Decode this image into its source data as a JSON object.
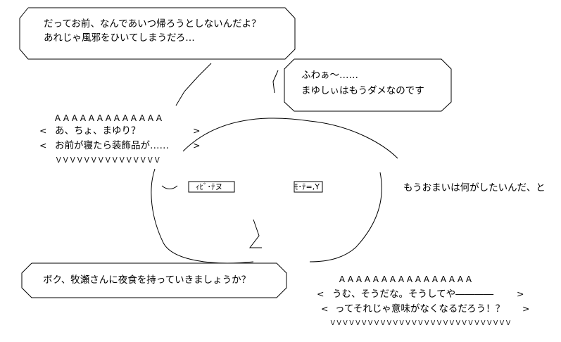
{
  "bubbles": [
    {
      "id": "top-left",
      "lines": [
        "だってお前、なんであいつ帰ろうとしないんだよ？",
        "あれじゃ風邪をひいてしまうだろ…"
      ]
    },
    {
      "id": "top-right",
      "lines": [
        "ふわぁ～……",
        "まゆしぃはもうダメなのです"
      ]
    },
    {
      "id": "bottom-left",
      "lines": [
        "ボク、牧瀬さんに夜食を持っていきましょうか？"
      ]
    }
  ],
  "shouts": [
    {
      "id": "mayuri-shout",
      "top": "ＡＡＡＡＡＡＡＡＡＡＡＡＡ",
      "lines": [
        "あ、ちょ、まゆり？",
        "お前が寝たら装飾品が……"
      ],
      "bottom": "ＶＶＶＶＶＶＶＶＶＶＶＶＶＶＶ"
    },
    {
      "id": "bottom-right-shout",
      "top": "ＡＡＡＡＡＡＡＡＡＡＡＡＡＡＡＡ",
      "lines": [
        "うむ、そうだな。そうしてや――――",
        "ってそれじゃ意味がなくなるだろう！？"
      ],
      "bottom": "ＶＶＶＶＶＶＶＶＶＶＶＶＶＶＶＶＶＶＶＶＶＶＶＶＶＶＶＶＶ"
    }
  ],
  "side_text": "もうおまいは何がしたいんだ、と",
  "character_name_badges": [
    "ｨﾋﾞ･ﾃヌ",
    "ﾓ･ﾃ=,Y"
  ]
}
